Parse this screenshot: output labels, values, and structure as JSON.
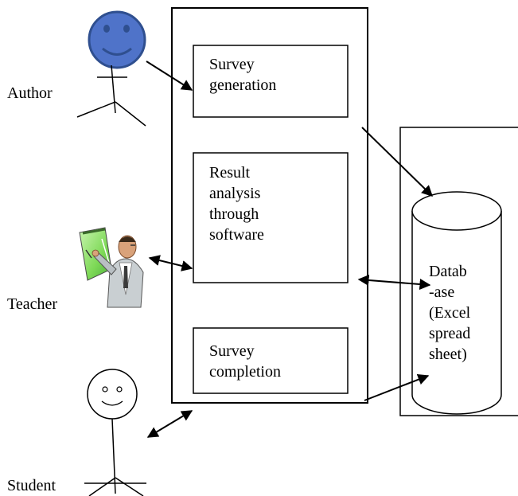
{
  "actors": {
    "author": "Author",
    "teacher": "Teacher",
    "student": "Student"
  },
  "processes": {
    "survey_generation": "Survey\ngeneration",
    "result_analysis": "Result\nanalysis\nthrough\nsoftware",
    "survey_completion": "Survey\ncompletion"
  },
  "database": {
    "label": "Datab\n-ase\n(Excel\nspread\nsheet)"
  },
  "colors": {
    "author_face": "#4f73c9",
    "author_face_stroke": "#2f4f8f",
    "board_green": "#7ed957",
    "line": "#000000"
  }
}
